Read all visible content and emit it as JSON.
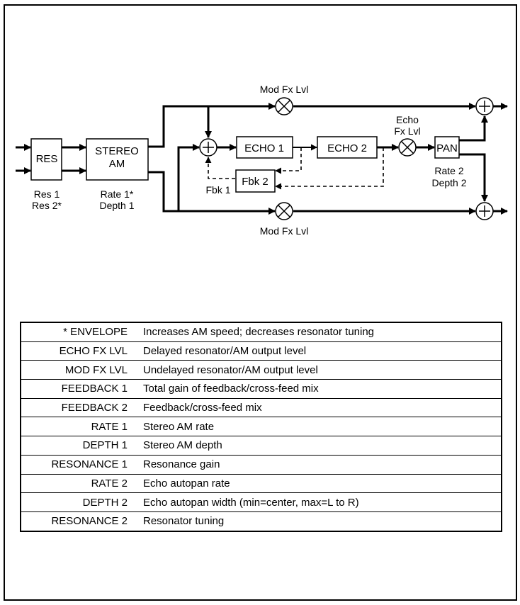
{
  "diagram": {
    "blocks": {
      "res": "RES",
      "stereo_am_line1": "STEREO",
      "stereo_am_line2": "AM",
      "echo1": "ECHO 1",
      "echo2": "ECHO 2",
      "fbk2": "Fbk 2",
      "pan": "PAN"
    },
    "labels": {
      "res_params_1": "Res 1",
      "res_params_2": "Res 2*",
      "am_params_1": "Rate 1*",
      "am_params_2": "Depth 1",
      "mod_fx_top": "Mod Fx Lvl",
      "mod_fx_bottom": "Mod Fx Lvl",
      "echo_fx_1": "Echo",
      "echo_fx_2": "Fx Lvl",
      "fbk1": "Fbk 1",
      "pan_params_1": "Rate 2",
      "pan_params_2": "Depth 2"
    }
  },
  "parameters": [
    {
      "name": "* ENVELOPE",
      "description": "Increases AM speed; decreases resonator tuning"
    },
    {
      "name": "ECHO FX LVL",
      "description": "Delayed resonator/AM output level"
    },
    {
      "name": "MOD FX LVL",
      "description": "Undelayed resonator/AM output level"
    },
    {
      "name": "FEEDBACK 1",
      "description": "Total gain of feedback/cross-feed mix"
    },
    {
      "name": "FEEDBACK 2",
      "description": "Feedback/cross-feed mix"
    },
    {
      "name": "RATE 1",
      "description": "Stereo AM rate"
    },
    {
      "name": "DEPTH 1",
      "description": "Stereo AM depth"
    },
    {
      "name": "RESONANCE 1",
      "description": "Resonance gain"
    },
    {
      "name": "RATE 2",
      "description": "Echo autopan rate"
    },
    {
      "name": "DEPTH 2",
      "description": "Echo autopan width (min=center, max=L to R)"
    },
    {
      "name": "RESONANCE 2",
      "description": "Resonator tuning"
    }
  ]
}
